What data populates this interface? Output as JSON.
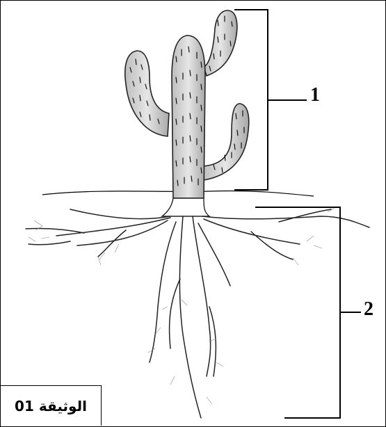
{
  "labels": {
    "part_1": "1",
    "part_2": "2"
  },
  "document_label": "الوثيقة 01"
}
